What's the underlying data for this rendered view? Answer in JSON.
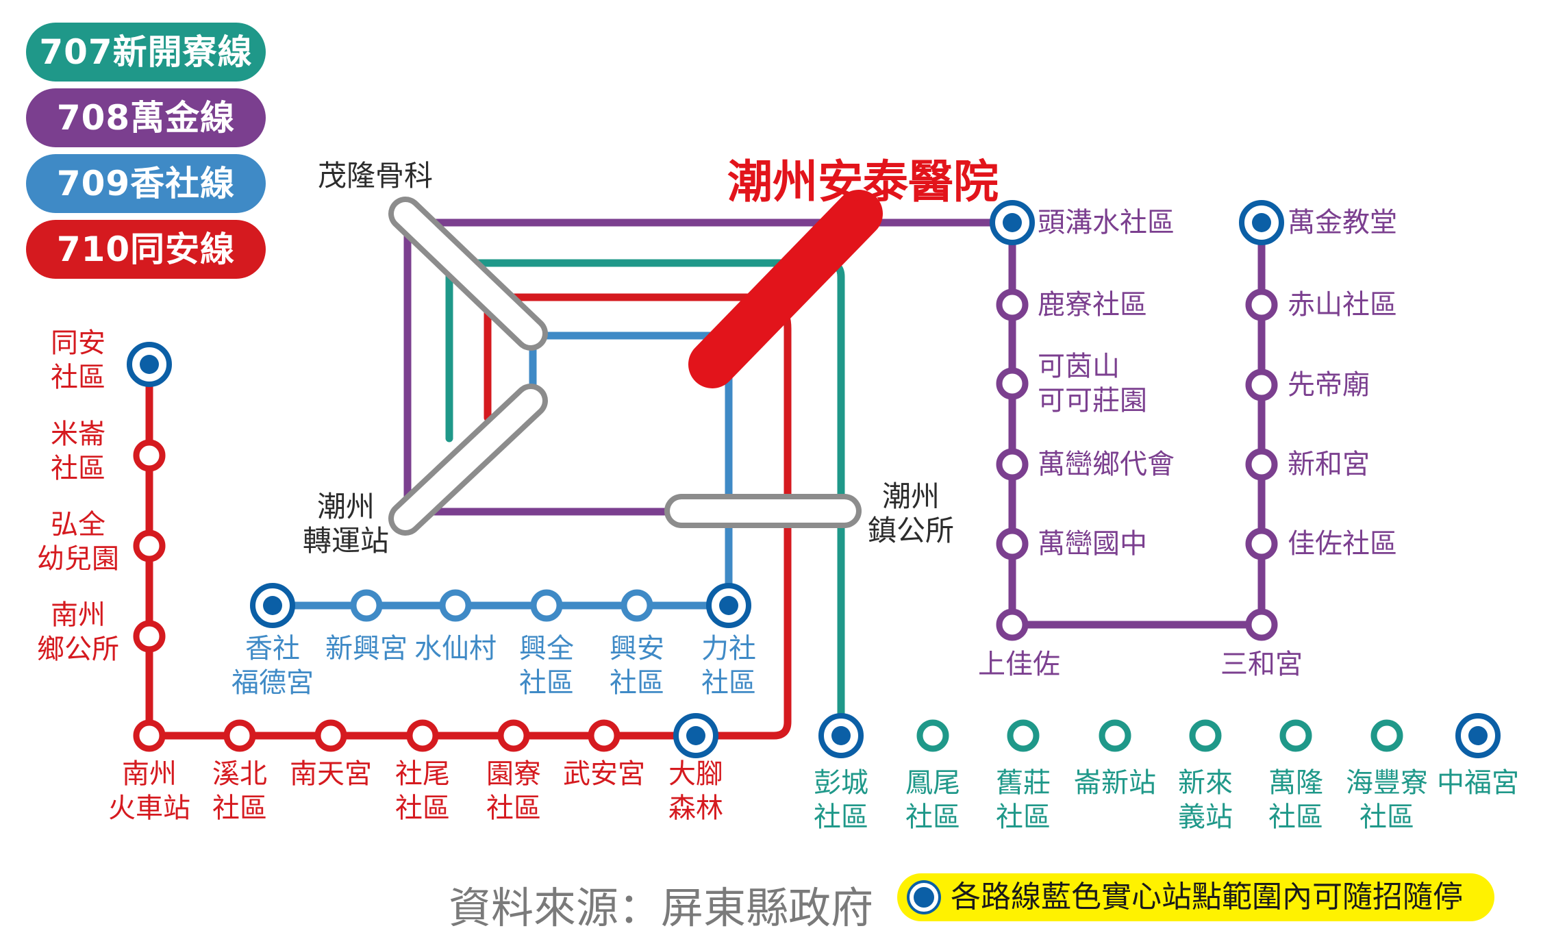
{
  "colors": {
    "teal": "#1f9889",
    "purple": "#7b3f8f",
    "blue": "#3f8ac6",
    "red": "#d51a1f",
    "stop_fill_blue": "#0b5fa6",
    "hospital_red": "#e2141b",
    "transfer_gray": "#8c8c8c",
    "note_yellow": "#fff200"
  },
  "legend": [
    {
      "label": "707新開寮線",
      "color": "#1f9889"
    },
    {
      "label": "708萬金線",
      "color": "#7b3f8f"
    },
    {
      "label": "709香社線",
      "color": "#3f8ac6"
    },
    {
      "label": "710同安線",
      "color": "#d51a1f"
    }
  ],
  "hub": {
    "hospital": "潮州安泰醫院",
    "maolong": "茂隆骨科",
    "transit_1": "潮州",
    "transit_2": "轉運站",
    "town_1": "潮州",
    "town_2": "鎮公所"
  },
  "line_710_red": {
    "vertical_stops": [
      {
        "l1": "同安",
        "l2": "社區",
        "highlight": true
      },
      {
        "l1": "米崙",
        "l2": "社區",
        "highlight": false
      },
      {
        "l1": "弘全",
        "l2": "幼兒園",
        "highlight": false
      },
      {
        "l1": "南州",
        "l2": "鄉公所",
        "highlight": false
      }
    ],
    "horizontal_stops": [
      {
        "l1": "南州",
        "l2": "火車站",
        "highlight": false
      },
      {
        "l1": "溪北",
        "l2": "社區",
        "highlight": false
      },
      {
        "l1": "南天宮",
        "l2": "",
        "highlight": false
      },
      {
        "l1": "社尾",
        "l2": "社區",
        "highlight": false
      },
      {
        "l1": "園寮",
        "l2": "社區",
        "highlight": false
      },
      {
        "l1": "武安宮",
        "l2": "",
        "highlight": false
      },
      {
        "l1": "大腳",
        "l2": "森林",
        "highlight": true
      }
    ]
  },
  "line_709_blue": {
    "stops": [
      {
        "l1": "香社",
        "l2": "福德宮",
        "highlight": true
      },
      {
        "l1": "新興宮",
        "l2": "",
        "highlight": false
      },
      {
        "l1": "水仙村",
        "l2": "",
        "highlight": false
      },
      {
        "l1": "興全",
        "l2": "社區",
        "highlight": false
      },
      {
        "l1": "興安",
        "l2": "社區",
        "highlight": false
      },
      {
        "l1": "力社",
        "l2": "社區",
        "highlight": true
      }
    ]
  },
  "line_707_teal": {
    "stops": [
      {
        "l1": "彭城",
        "l2": "社區",
        "highlight": true
      },
      {
        "l1": "鳳尾",
        "l2": "社區",
        "highlight": false
      },
      {
        "l1": "舊莊",
        "l2": "社區",
        "highlight": false
      },
      {
        "l1": "崙新站",
        "l2": "",
        "highlight": false
      },
      {
        "l1": "新來",
        "l2": "義站",
        "highlight": false
      },
      {
        "l1": "萬隆",
        "l2": "社區",
        "highlight": false
      },
      {
        "l1": "海豐寮",
        "l2": "社區",
        "highlight": false
      },
      {
        "l1": "中福宮",
        "l2": "",
        "highlight": true
      }
    ]
  },
  "line_708_purple": {
    "left_branch": [
      {
        "l1": "頭溝水社區",
        "l2": "",
        "highlight": true
      },
      {
        "l1": "鹿寮社區",
        "l2": "",
        "highlight": false
      },
      {
        "l1": "可茵山",
        "l2": "可可莊園",
        "highlight": false
      },
      {
        "l1": "萬巒鄉代會",
        "l2": "",
        "highlight": false
      },
      {
        "l1": "萬巒國中",
        "l2": "",
        "highlight": false
      },
      {
        "l1": "上佳佐",
        "l2": "",
        "highlight": false
      }
    ],
    "right_branch": [
      {
        "l1": "萬金教堂",
        "l2": "",
        "highlight": true
      },
      {
        "l1": "赤山社區",
        "l2": "",
        "highlight": false
      },
      {
        "l1": "先帝廟",
        "l2": "",
        "highlight": false
      },
      {
        "l1": "新和宮",
        "l2": "",
        "highlight": false
      },
      {
        "l1": "佳佐社區",
        "l2": "",
        "highlight": false
      },
      {
        "l1": "三和宮",
        "l2": "",
        "highlight": false
      }
    ]
  },
  "footer": {
    "source": "資料來源：屏東縣政府",
    "note": "各路線藍色實心站點範圍內可隨招隨停"
  }
}
